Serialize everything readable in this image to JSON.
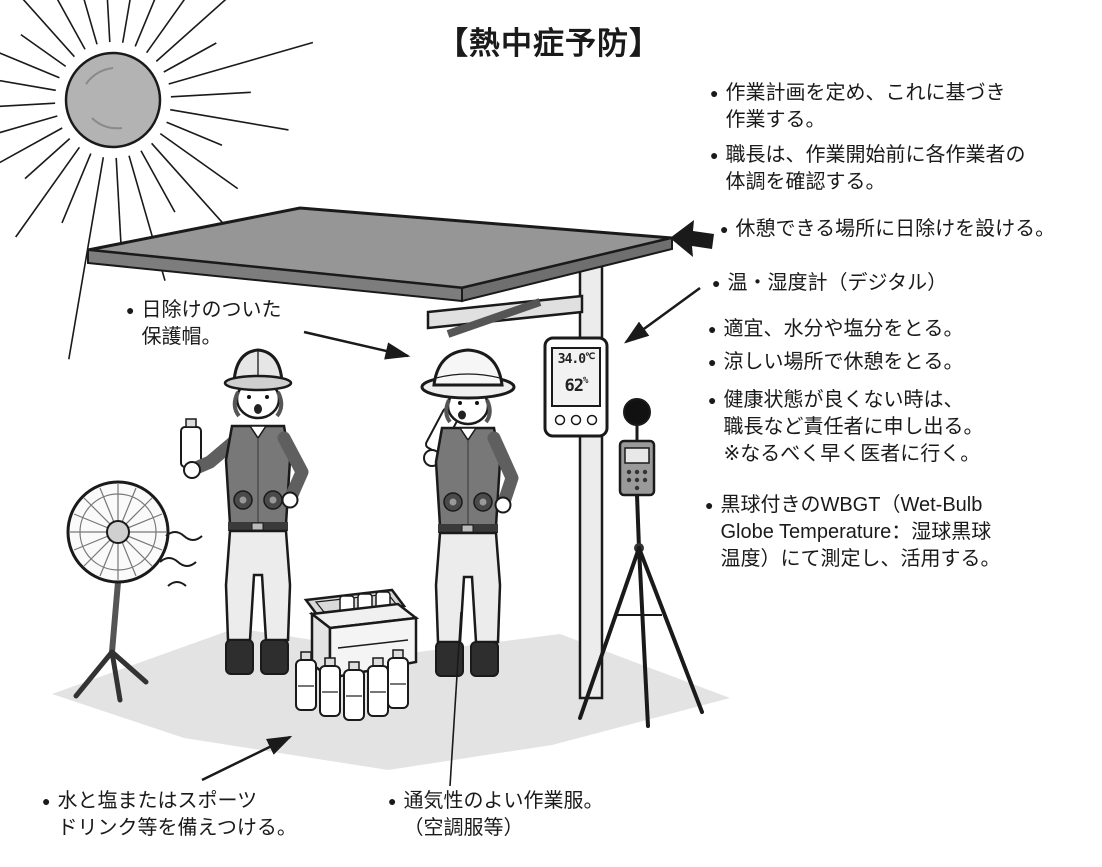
{
  "title": "【熱中症予防】",
  "notes": [
    {
      "text": "作業計画を定め、これに基づき\n作業する。"
    },
    {
      "text": "職長は、作業開始前に各作業者の\n体調を確認する。"
    },
    {
      "text": "休憩できる場所に日除けを設ける。"
    },
    {
      "text": "温・湿度計（デジタル）"
    },
    {
      "text": "適宜、水分や塩分をとる。"
    },
    {
      "text": "涼しい場所で休憩をとる。"
    },
    {
      "text": "健康状態が良くない時は、\n職長など責任者に申し出る。\n※なるべく早く医者に行く。"
    },
    {
      "text": "黒球付きのWBGT（Wet-Bulb\nGlobe Temperature：湿球黒球\n温度）にて測定し、活用する。"
    }
  ],
  "callouts": {
    "helmet": "日除けのついた\n保護帽。",
    "water": "水と塩またはスポーツ\nドリンク等を備えつける。",
    "clothing": "通気性のよい作業服。\n（空調服等）"
  },
  "thermometer": {
    "temperature": "34.0",
    "temperature_unit": "℃",
    "humidity": "62",
    "humidity_unit": "%"
  },
  "bullet_glyph": "●",
  "colors": {
    "ink": "#1a1a1a",
    "roof": "#8f8f8f",
    "jacket": "#787878",
    "ground": "#e3e3e3",
    "sun": "#b3b3b3"
  }
}
